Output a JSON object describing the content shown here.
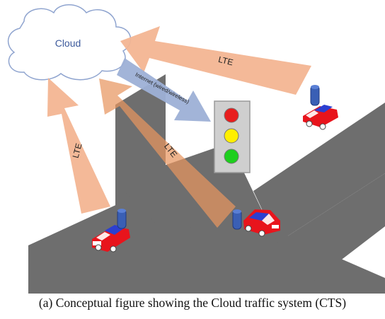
{
  "figure": {
    "cloud_label": "Cloud",
    "lte_label_right": "LTE",
    "lte_label_left": "LTE",
    "lte_label_middle": "LTE",
    "internet_label": "Internet (wired/wireless)",
    "caption": "(a) Conceptual figure showing the Cloud traffic system (CTS)"
  },
  "colors": {
    "road": "#6e6e6e",
    "lte_arrow": "#f3b592",
    "internet_arrow": "#9db0d6",
    "cloud_stroke": "#8fa4cf",
    "car_body": "#e8141c",
    "car_roof": "#2c3fd0",
    "device": "#3a5fb5",
    "light_red": "#e81d1d",
    "light_yellow": "#ffef00",
    "light_green": "#1dcf1d"
  }
}
